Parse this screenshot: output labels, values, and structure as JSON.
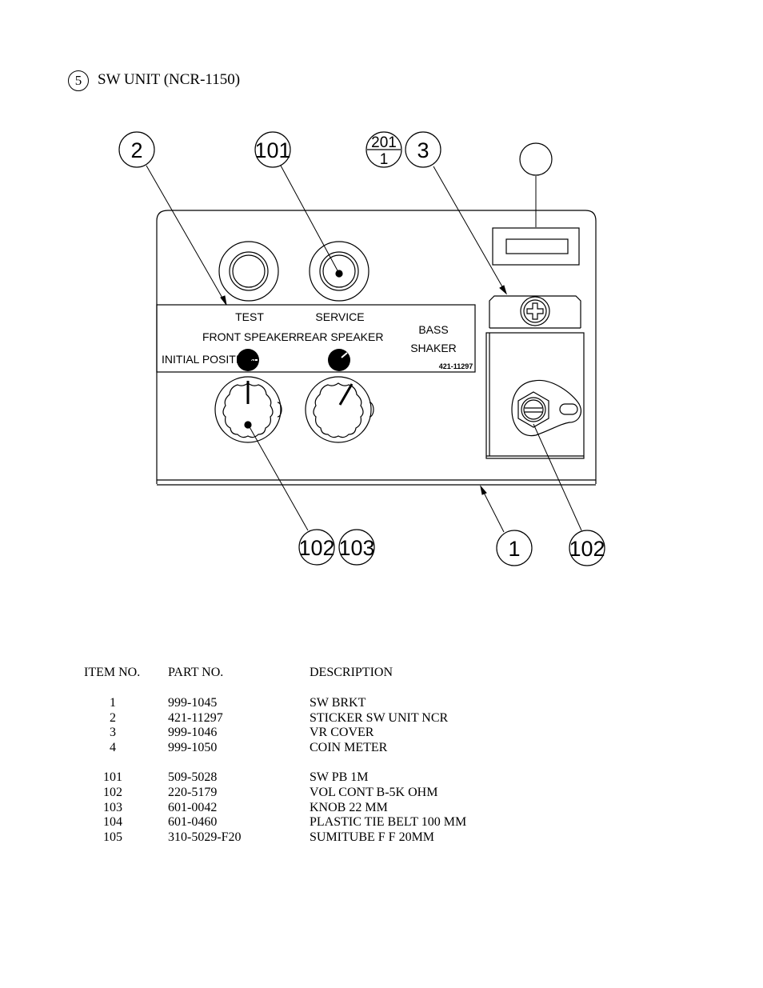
{
  "header": {
    "section_number": "5",
    "title": "SW UNIT (NCR-1150)"
  },
  "balloons": {
    "sticker": "2",
    "pushbutton": "101",
    "fraction_top": "201",
    "fraction_bottom": "1",
    "vr_cover": "3",
    "coin_meter": "",
    "vol_cont": "102",
    "knob": "103",
    "bracket": "1",
    "vol_cont_right": "102"
  },
  "sticker": {
    "test": "TEST",
    "service": "SERVICE",
    "front_speaker": "FRONT SPEAKER",
    "rear_speaker": "REAR SPEAKER",
    "initial_position": "INITIAL POSITION",
    "bass": "BASS",
    "shaker": "SHAKER",
    "part_code": "421-11297"
  },
  "parts_table": {
    "headers": {
      "item": "ITEM NO.",
      "part": "PART NO.",
      "description": "DESCRIPTION"
    },
    "rows": [
      {
        "item": "1",
        "part": "999-1045",
        "description": "SW BRKT"
      },
      {
        "item": "2",
        "part": "421-11297",
        "description": "STICKER SW UNIT NCR"
      },
      {
        "item": "3",
        "part": "999-1046",
        "description": "VR COVER"
      },
      {
        "item": "4",
        "part": "999-1050",
        "description": "COIN METER"
      },
      {
        "item": "101",
        "part": "509-5028",
        "description": "SW PB 1M"
      },
      {
        "item": "102",
        "part": "220-5179",
        "description": "VOL CONT B-5K OHM"
      },
      {
        "item": "103",
        "part": "601-0042",
        "description": "KNOB 22 MM"
      },
      {
        "item": "104",
        "part": "601-0460",
        "description": "PLASTIC TIE BELT 100 MM"
      },
      {
        "item": "105",
        "part": "310-5029-F20",
        "description": "SUMITUBE F F 20MM"
      }
    ]
  }
}
